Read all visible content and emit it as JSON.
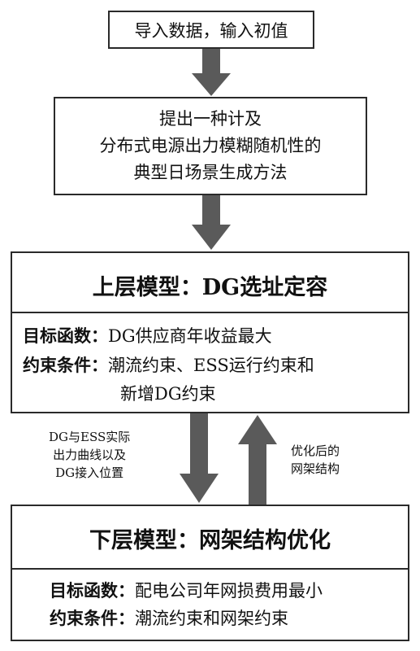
{
  "colors": {
    "border": "#2a2a2a",
    "arrow": "#5a5a5a",
    "text": "#111111"
  },
  "flow": {
    "step1": "导入数据，输入初值",
    "step2_lines": [
      "提出一种计及",
      "分布式电源出力模糊随机性的",
      "典型日场景生成方法"
    ]
  },
  "upper": {
    "title": "上层模型：DG选址定容",
    "objective_label": "目标函数：",
    "objective_text": "DG供应商年收益最大",
    "constraint_label": "约束条件：",
    "constraint_text": "潮流约束、ESS运行约束和",
    "constraint_text2": "新增DG约束"
  },
  "lower": {
    "title": "下层模型：网架结构优化",
    "objective_label": "目标函数：",
    "objective_text": "配电公司年网损费用最小",
    "constraint_label": "约束条件：",
    "constraint_text": "潮流约束和网架约束"
  },
  "links": {
    "down_note_lines": [
      "DG与ESS实际",
      "出力曲线以及",
      "DG接入位置"
    ],
    "up_note_lines": [
      "优化后的",
      "网架结构"
    ]
  }
}
